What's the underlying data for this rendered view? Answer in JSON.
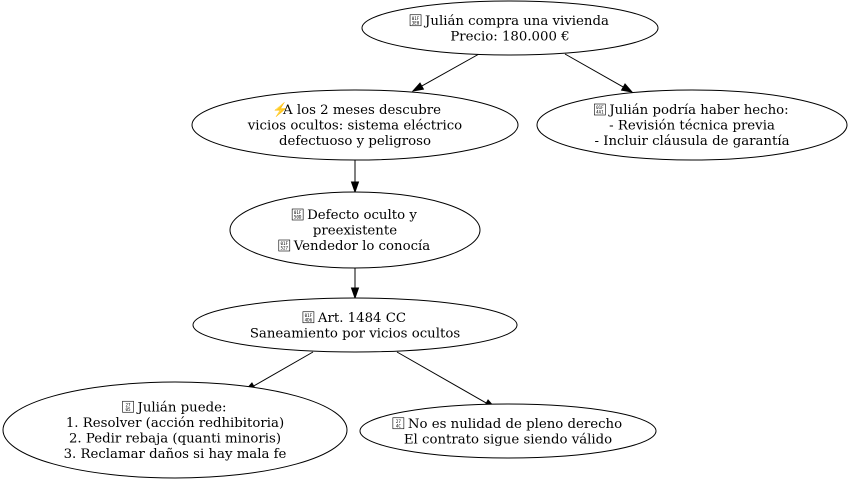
{
  "diagram": {
    "title": "Saneamiento por vicios ocultos - caso Julián",
    "nodes": [
      {
        "id": "compra",
        "icon": "house-icon",
        "icon_code": [
          "01F",
          "3E0"
        ],
        "lines": [
          "Julián compra una vivienda",
          "Precio: 180.000 €"
        ]
      },
      {
        "id": "descubre",
        "icon": "lightning-icon",
        "icon_char": "⚡",
        "lines": [
          "A los 2 meses descubre",
          "vicios ocultos: sistema eléctrico",
          "defectuoso y peligroso"
        ]
      },
      {
        "id": "podria",
        "icon": "light-bulb-icon",
        "icon_code": [
          "01F",
          "4A1"
        ],
        "lines": [
          "Julián podría haber hecho:",
          "- Revisión técnica previa",
          "- Incluir cláusula de garantía"
        ]
      },
      {
        "id": "defecto",
        "icon": "magnifier-icon",
        "icon_code": [
          "01F",
          "50D"
        ],
        "icon2": "wrench-icon",
        "icon2_code": [
          "01F",
          "527"
        ],
        "lines": [
          "Defecto oculto y",
          "preexistente",
          "Vendedor lo conocía"
        ]
      },
      {
        "id": "articulo",
        "icon": "book-icon",
        "icon_code": [
          "01F",
          "4D6"
        ],
        "lines": [
          "Art. 1484 CC",
          "Saneamiento por vicios ocultos"
        ]
      },
      {
        "id": "puede",
        "icon": "check-mark-icon",
        "icon_code": [
          "27",
          "05"
        ],
        "lines": [
          "Julián puede:",
          "1. Resolver (acción redhibitoria)",
          "2. Pedir rebaja (quanti minoris)",
          "3. Reclamar daños si hay mala fe"
        ]
      },
      {
        "id": "nulidad",
        "icon": "cross-mark-icon",
        "icon_code": [
          "27",
          "4C"
        ],
        "lines": [
          "No es nulidad de pleno derecho",
          "El contrato sigue siendo válido"
        ]
      }
    ],
    "edges": [
      {
        "from": "compra",
        "to": "descubre"
      },
      {
        "from": "compra",
        "to": "podria"
      },
      {
        "from": "descubre",
        "to": "defecto"
      },
      {
        "from": "defecto",
        "to": "articulo"
      },
      {
        "from": "articulo",
        "to": "puede"
      },
      {
        "from": "articulo",
        "to": "nulidad"
      }
    ]
  }
}
